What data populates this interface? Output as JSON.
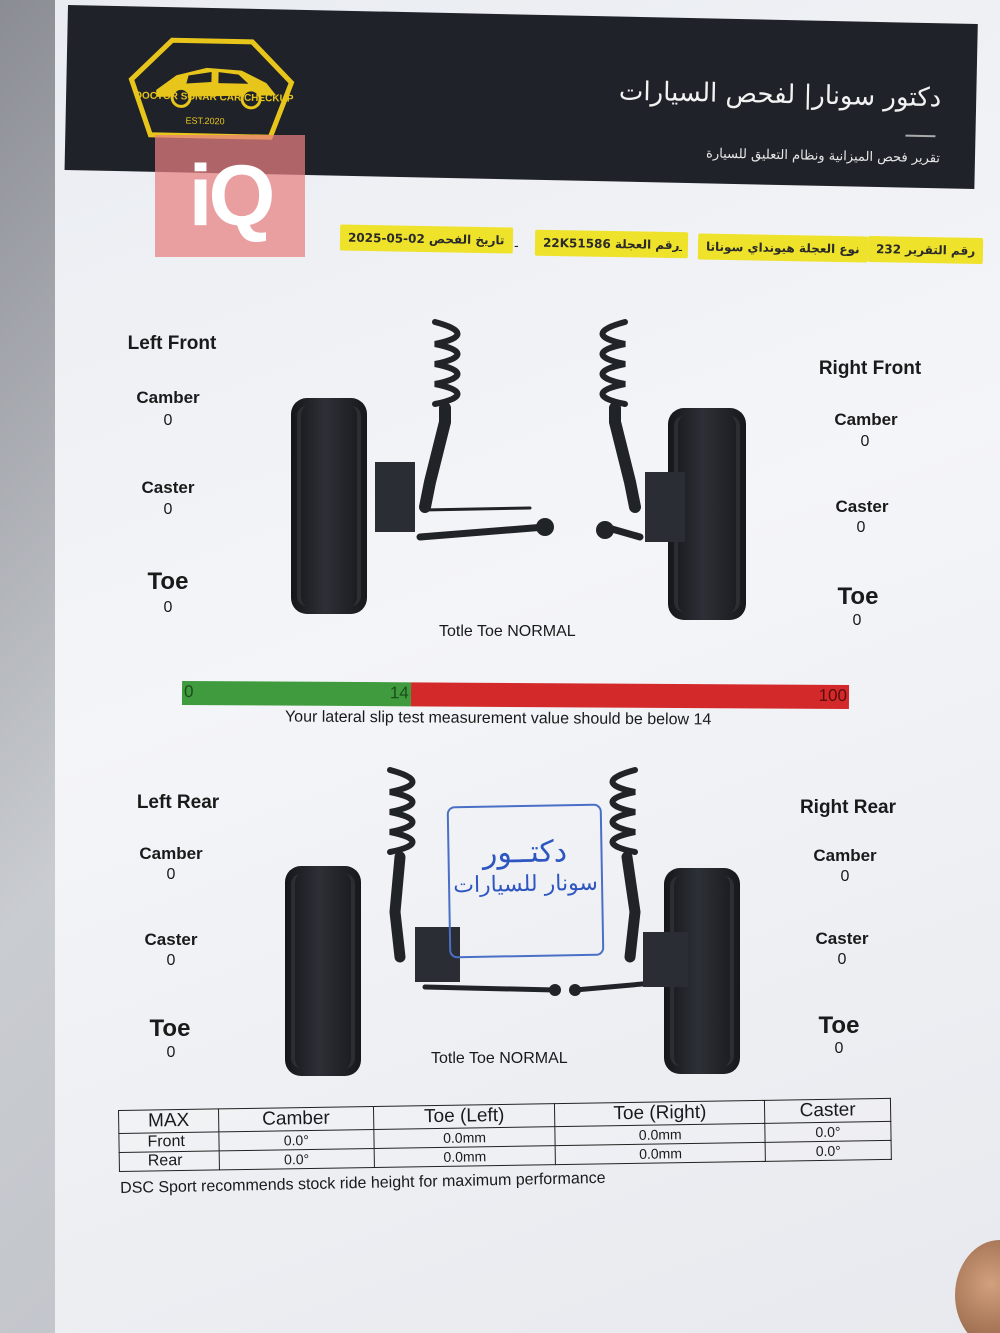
{
  "header": {
    "logo_text": "DOCTOR SONAR CAR CHECKUP",
    "logo_est": "EST.2020",
    "title": "دكتور سونار| لفحص السيارات",
    "subtitle": "تقرير فحص الميزانية ونظام التعليق للسيارة"
  },
  "watermark": {
    "badge": "iQ"
  },
  "info_chips": {
    "date": "تاريخ الفحص 02-05-2025",
    "plate": "رقم العجلة 22K51586",
    "vehicle": "نوع العجلة هيونداي سوناتا",
    "report": "رقم التقرير 232",
    "separator": "-"
  },
  "front": {
    "left_title": "Left Front",
    "right_title": "Right Front",
    "camber_label": "Camber",
    "caster_label": "Caster",
    "toe_label": "Toe",
    "left": {
      "camber": "0",
      "caster": "0",
      "toe": "0"
    },
    "right": {
      "camber": "0",
      "caster": "0",
      "toe": "0"
    },
    "total_toe": "Totle Toe NORMAL"
  },
  "slip_test": {
    "min_label": "0",
    "threshold_label": "14",
    "max_label": "100",
    "threshold": 14,
    "max": 100,
    "note": "Your lateral slip test measurement value should be below 14",
    "colors": {
      "ok": "#3f9b3d",
      "bad": "#d3292a"
    }
  },
  "rear": {
    "left_title": "Left Rear",
    "right_title": "Right Rear",
    "camber_label": "Camber",
    "caster_label": "Caster",
    "toe_label": "Toe",
    "left": {
      "camber": "0",
      "caster": "0",
      "toe": "0"
    },
    "right": {
      "camber": "0",
      "caster": "0",
      "toe": "0"
    },
    "total_toe": "Totle Toe NORMAL"
  },
  "stamp": {
    "line1": "دكتــور",
    "line2": "سونار للسيارات"
  },
  "max_table": {
    "corner": "MAX",
    "headers": [
      "Camber",
      "Toe (Left)",
      "Toe (Right)",
      "Caster"
    ],
    "rows": [
      {
        "label": "Front",
        "values": [
          "0.0°",
          "0.0mm",
          "0.0mm",
          "0.0°"
        ]
      },
      {
        "label": "Rear",
        "values": [
          "0.0°",
          "0.0mm",
          "0.0mm",
          "0.0°"
        ]
      }
    ]
  },
  "footer_note": "DSC Sport recommends stock ride height for maximum performance"
}
